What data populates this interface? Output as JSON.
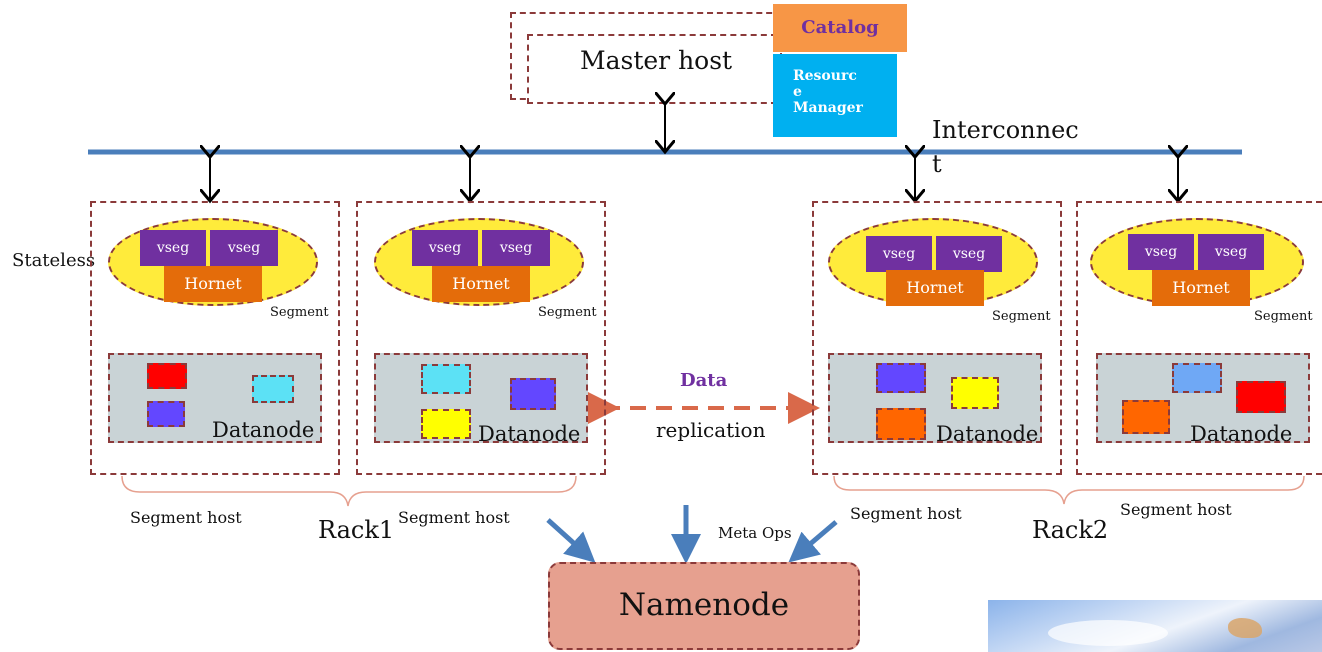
{
  "master": {
    "title": "Master host",
    "catalog": "Catalog",
    "resource_manager": "Resourc\ne\nManager"
  },
  "interconnect": {
    "label_line1": "Interconnec",
    "label_line2": "t"
  },
  "stateless_label": "Stateless",
  "segment_hosts": [
    {
      "vseg1": "vseg",
      "vseg2": "vseg",
      "hornet": "Hornet",
      "segment": "Segment",
      "datanode": "Datanode",
      "host": "Segment host"
    },
    {
      "vseg1": "vseg",
      "vseg2": "vseg",
      "hornet": "Hornet",
      "segment": "Segment",
      "datanode": "Datanode",
      "host": "Segment host"
    },
    {
      "vseg1": "vseg",
      "vseg2": "vseg",
      "hornet": "Hornet",
      "segment": "Segment",
      "datanode": "Datanode",
      "host": "Segment host"
    },
    {
      "vseg1": "vseg",
      "vseg2": "vseg",
      "hornet": "Hornet",
      "segment": "Segment",
      "datanode": "Datanode",
      "host": "Segment host"
    }
  ],
  "racks": {
    "rack1": "Rack1",
    "rack2": "Rack2"
  },
  "replication": {
    "data": "Data",
    "replication": "replication"
  },
  "meta_ops": "Meta Ops",
  "namenode": "Namenode",
  "colors": {
    "bus": "#4a7ebb",
    "catalog": "#f79646",
    "catalog_text": "#7030a0",
    "resource_manager": "#00b0f0",
    "vseg": "#7030a0",
    "hornet": "#e46c0a",
    "ellipse": "#ffeb3b",
    "datanode_bg": "#c9d3d6",
    "namenode": "#e6a08f",
    "dashed_border": "#8b3a3a",
    "replication_arrow": "#d9694a",
    "block_red": "#ff0000",
    "block_blue": "#6347ff",
    "block_cyan": "#5ce1f5",
    "block_yellow": "#ffff00",
    "block_orange": "#ff6600",
    "block_lightblue": "#6fa8f5"
  }
}
